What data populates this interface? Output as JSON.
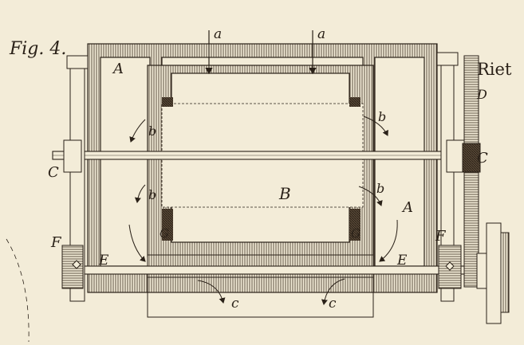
{
  "figure": {
    "caption": "Fig. 4.",
    "header_text": "Riet"
  },
  "labels": {
    "a_left": "a",
    "a_right": "a",
    "A_top_left": "A",
    "A_right": "A",
    "B": "B",
    "b_upper_left": "b",
    "b_upper_right": "b",
    "b_lower_left": "b",
    "b_lower_right": "b",
    "C_left": "C",
    "C_right": "C",
    "D": "D",
    "E_left": "E",
    "E_right": "E",
    "F_left": "F",
    "F_right": "F",
    "G_left": "G",
    "G_right": "G",
    "c_left": "c",
    "c_right": "c"
  },
  "colors": {
    "paper": "#f3ecd8",
    "ink": "#2a2118"
  }
}
